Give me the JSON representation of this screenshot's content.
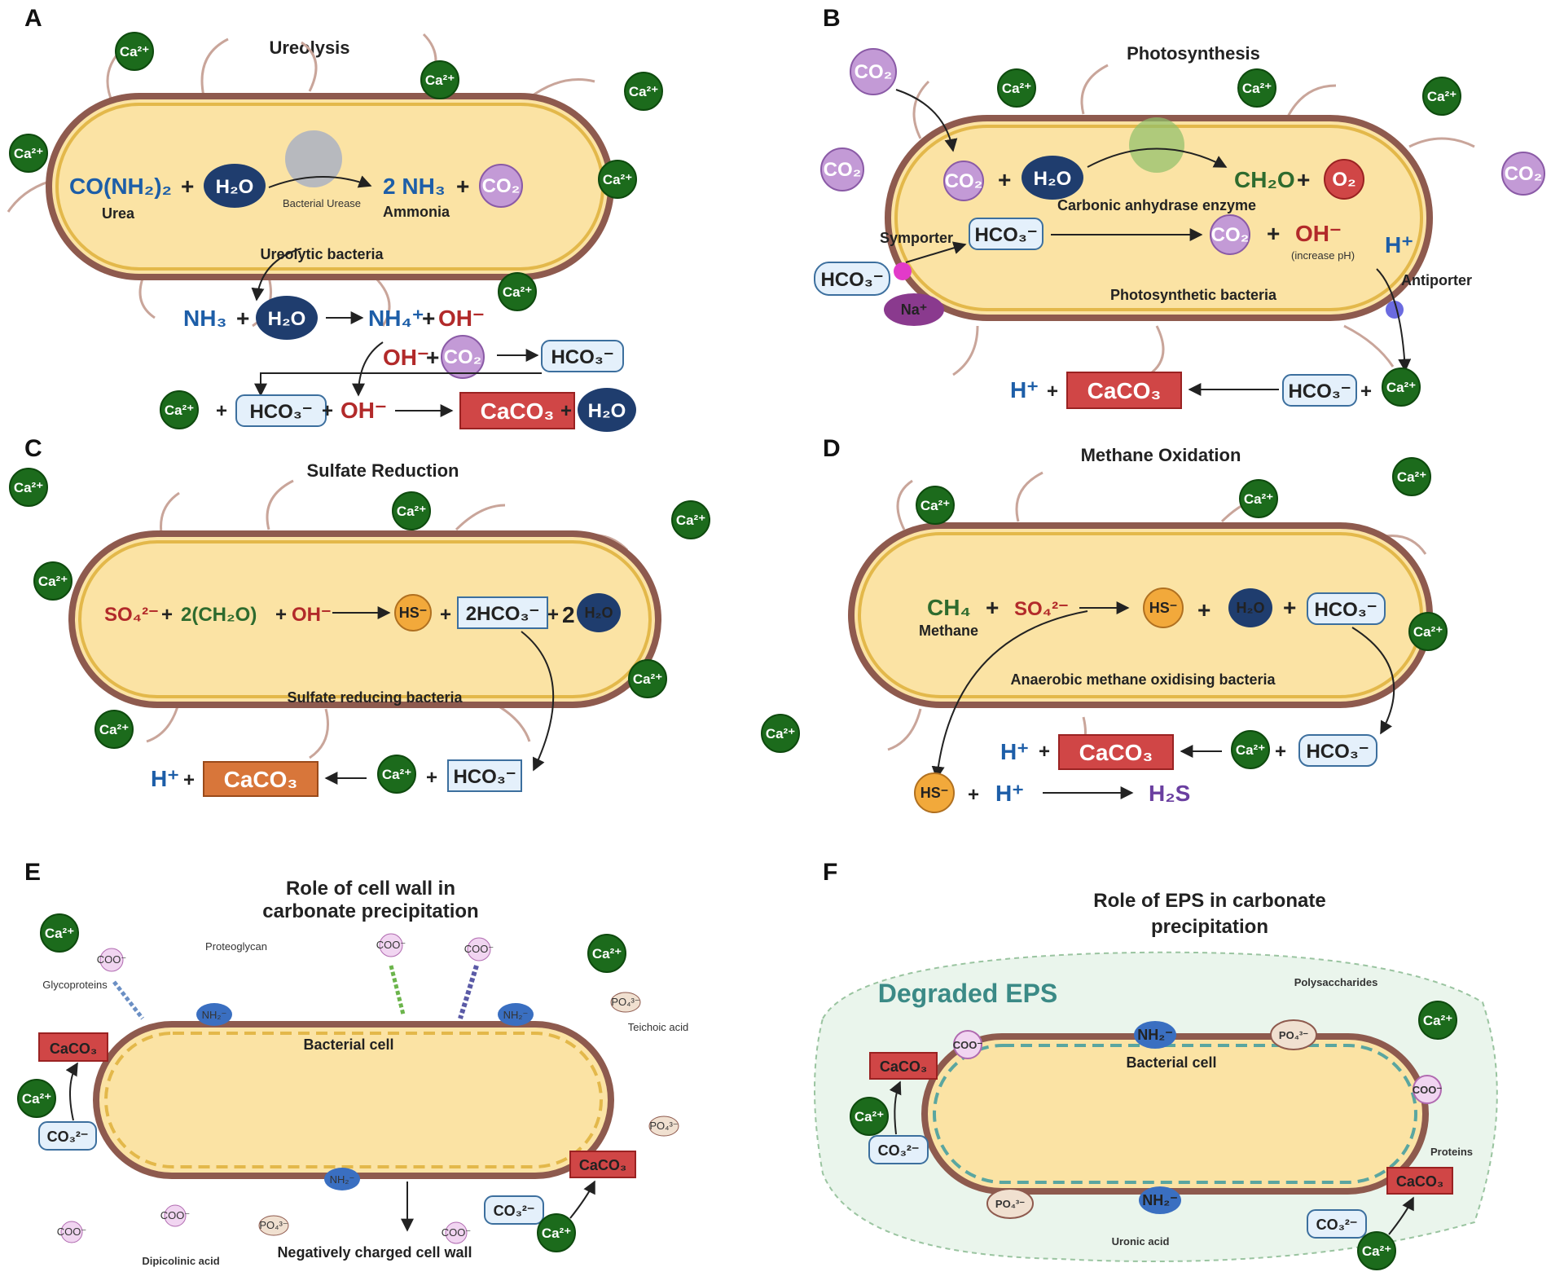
{
  "colors": {
    "cell_fill": "#fbe3a4",
    "cell_wall": "#8e5a4e",
    "cell_inner": "#e3b84a",
    "calcium": "#1c6b1c",
    "water": "#1f3d6e",
    "co2": "#c39ad6",
    "caco3_red": "#d04646",
    "caco3_orange": "#d8763a",
    "bicarbonate_fill": "#e4f0fb",
    "hs_fill": "#f2a93b",
    "blue_text": "#1d5ea8",
    "red_text": "#b22a2a",
    "green_text": "#2e6b2e"
  },
  "panels": {
    "a": {
      "letter": "A",
      "title": "Ureolysis",
      "urea": "Urea",
      "ammonia": "Ammonia",
      "enzyme": "Bacterial Urease",
      "bacteria": "Ureolytic bacteria"
    },
    "b": {
      "letter": "B",
      "title": "Photosynthesis",
      "enzyme": "Carbonic anhydrase enzyme",
      "symporter": "Symporter",
      "antiporter": "Antiporter",
      "increase_ph": "(increase pH)",
      "bacteria": "Photosynthetic bacteria",
      "na": "Na⁺"
    },
    "c": {
      "letter": "C",
      "title": "Sulfate Reduction",
      "bacteria": "Sulfate reducing bacteria"
    },
    "d": {
      "letter": "D",
      "title": "Methane Oxidation",
      "methane": "Methane",
      "bacteria": "Anaerobic methane oxidising bacteria"
    },
    "e": {
      "letter": "E",
      "title_line1": "Role of cell wall in",
      "title_line2": "carbonate precipitation",
      "cell": "Bacterial cell",
      "proteoglycan": "Proteoglycan",
      "glycoproteins": "Glycoproteins",
      "teichoic": "Teichoic acid",
      "dipicolinic": "Dipicolinic acid",
      "wall": "Negatively charged cell wall"
    },
    "f": {
      "letter": "F",
      "title_line1": "Role of EPS in carbonate",
      "title_line2": "precipitation",
      "degraded": "Degraded EPS",
      "cell": "Bacterial cell",
      "polysaccharides": "Polysaccharides",
      "proteins": "Proteins",
      "uronic": "Uronic acid"
    }
  },
  "species": {
    "ca": "Ca²⁺",
    "h2o": "H₂O",
    "co2": "CO₂",
    "o2": "O₂",
    "hco3": "HCO₃⁻",
    "caco3": "CaCO₃",
    "oh": "OH⁻",
    "h": "H⁺",
    "hs": "HS⁻",
    "nh3": "NH₃",
    "two_nh3": "2 NH₃",
    "nh4": "NH₄⁺",
    "urea_formula": "CO(NH₂)₂",
    "ch2o": "CH₂O",
    "so4": "SO₄²⁻",
    "two_ch2o": "2(CH₂O)",
    "two_hco3": "2HCO₃⁻",
    "two": "2",
    "ch4": "CH₄",
    "h2s": "H₂S",
    "co3": "CO₃²⁻",
    "nh2": "NH₂⁻",
    "coo": "COO⁻",
    "po4": "PO₄³⁻",
    "plus": "+"
  }
}
